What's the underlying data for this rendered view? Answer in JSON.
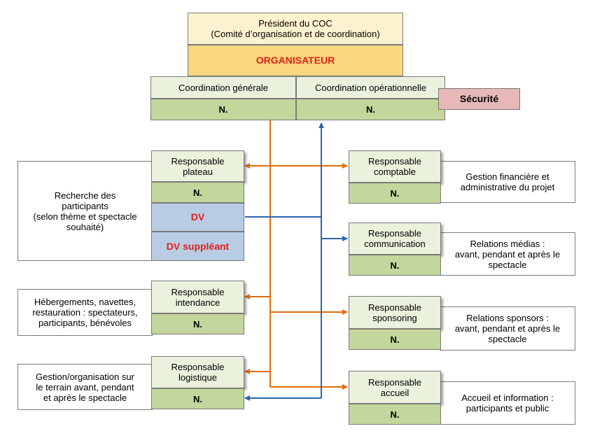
{
  "top": {
    "president_line1": "Président du COC",
    "president_line2": "(Comité d’organisation et de coordination)",
    "organisateur": "ORGANISATEUR"
  },
  "coordination": {
    "generale_label": "Coordination générale",
    "generale_value": "N.",
    "operationnelle_label": "Coordination opérationnelle",
    "operationnelle_value": "N."
  },
  "securite": "Sécurité",
  "left_roles": {
    "plateau": {
      "line1": "Responsable",
      "line2": "plateau",
      "value": "N.",
      "dv": "DV",
      "dv_suppleant": "DV suppléant"
    },
    "intendance": {
      "line1": "Responsable",
      "line2": "intendance",
      "value": "N."
    },
    "logistique": {
      "line1": "Responsable",
      "line2": "logistique",
      "value": "N."
    }
  },
  "right_roles": {
    "comptable": {
      "line1": "Responsable",
      "line2": "comptable",
      "value": "N."
    },
    "communication": {
      "line1": "Responsable",
      "line2": "communication",
      "value": "N."
    },
    "sponsoring": {
      "line1": "Responsable",
      "line2": "sponsoring",
      "value": "N."
    },
    "accueil": {
      "line1": "Responsable",
      "line2": "accueil",
      "value": "N."
    }
  },
  "left_tasks": {
    "plateau": [
      "Recherche des",
      "participants",
      "(selon thème et spectacle",
      "souhaité)"
    ],
    "intendance": [
      "Hébergements, navettes,",
      "restauration : spectateurs,",
      "participants, bénévoles"
    ],
    "logistique": [
      "Gestion/organisation sur",
      "le terrain avant, pendant",
      "et après le spectacle"
    ]
  },
  "right_tasks": {
    "comptable": [
      "Gestion financière et",
      "administrative du projet"
    ],
    "communication": [
      "Relations médias :",
      "avant, pendant et après le",
      "spectacle"
    ],
    "sponsoring": [
      "Relations sponsors :",
      "avant, pendant et après le",
      "spectacle"
    ],
    "accueil": [
      "Accueil et information :",
      "participants et public"
    ]
  },
  "colors": {
    "orange_line": "#e46c0a",
    "blue_line": "#2e62ac",
    "red_text": "#e0201b"
  }
}
